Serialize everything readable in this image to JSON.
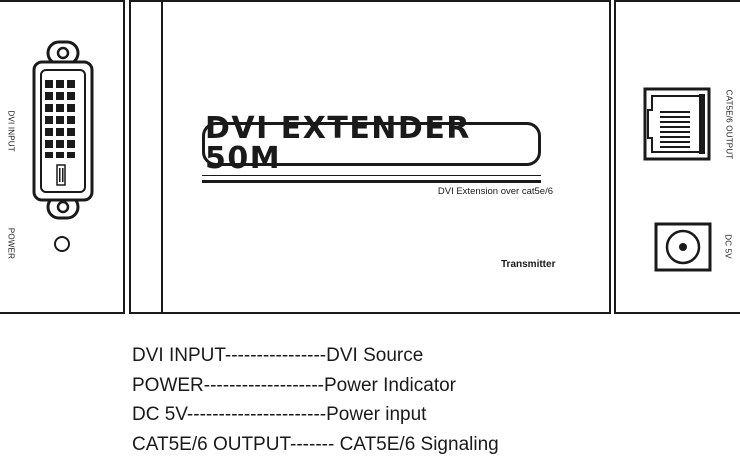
{
  "left_panel": {
    "dvi_input_label": "DVI INPUT",
    "power_label": "POWER"
  },
  "center_panel": {
    "title": "DVI EXTENDER 50M",
    "subtitle": "DVI Extension over cat5e/6",
    "unit_label": "Transmitter"
  },
  "right_panel": {
    "output_label": "CAT5E/6 OUTPUT",
    "dc_label": "DC 5V"
  },
  "legend": {
    "items": [
      "DVI INPUT----------------DVI Source",
      "POWER-------------------Power Indicator",
      "DC 5V----------------------Power input",
      "CAT5E/6 OUTPUT------- CAT5E/6 Signaling"
    ]
  }
}
